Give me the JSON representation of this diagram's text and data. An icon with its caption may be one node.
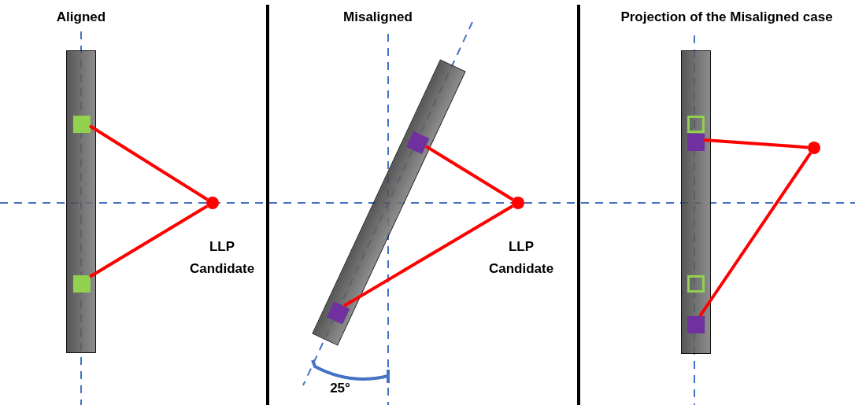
{
  "diagram": {
    "nodes": [
      {
        "text": [],
        "shape": "bar"
      },
      {
        "text": [],
        "shape": "box",
        "in": 0
      },
      {
        "text": [],
        "shape": "box",
        "in": 0
      },
      {
        "text": [],
        "shape": "circle",
        "beside": [
          "LLP Candidate"
        ]
      },
      {
        "text": [],
        "shape": "bar"
      },
      {
        "text": [],
        "shape": "box",
        "in": 4
      },
      {
        "text": [],
        "shape": "box",
        "in": 4
      },
      {
        "text": [],
        "shape": "circle",
        "beside": [
          "LLP Candidate"
        ]
      },
      {
        "text": [],
        "shape": "bar"
      },
      {
        "text": [],
        "shape": "box",
        "in": 8
      },
      {
        "text": [],
        "shape": "box",
        "in": 8
      },
      {
        "text": [],
        "shape": "box",
        "in": 8
      },
      {
        "text": [],
        "shape": "box",
        "in": 8
      },
      {
        "text": [],
        "shape": "circle"
      }
    ],
    "edges": [
      {
        "from": 1,
        "to": 3,
        "arrow": "none"
      },
      {
        "from": 2,
        "to": 3,
        "arrow": "none"
      },
      {
        "from": 5,
        "to": 7,
        "arrow": "none"
      },
      {
        "from": 6,
        "to": 7,
        "arrow": "none"
      },
      {
        "from": 10,
        "to": 13,
        "arrow": "none"
      },
      {
        "from": 12,
        "to": 13,
        "arrow": "none"
      }
    ],
    "labels": [
      "Aligned",
      "Misaligned",
      "Projection of the Misaligned case",
      "25°"
    ]
  }
}
